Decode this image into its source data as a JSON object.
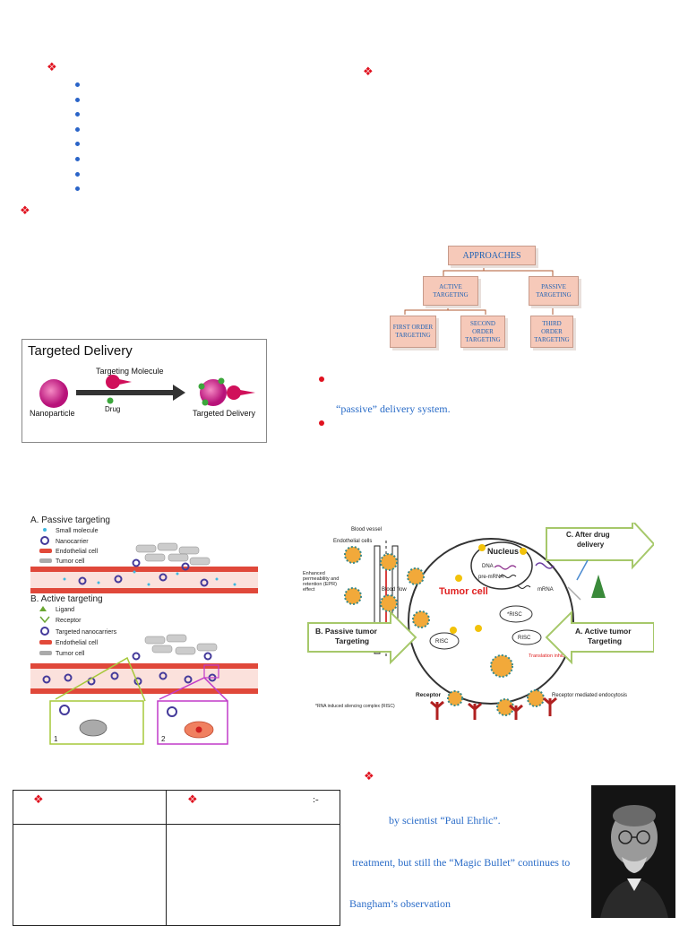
{
  "bullets": {
    "diamond": "❖",
    "dot": "•"
  },
  "targeted_delivery": {
    "title": "Targeted Delivery",
    "targeting_molecule": "Targeting Molecule",
    "nanoparticle": "Nanoparticle",
    "drug": "Drug",
    "targeted_delivery_label": "Targeted Delivery"
  },
  "approaches": {
    "root": "APPROACHES",
    "active": "ACTIVE TARGETING",
    "passive": "PASSIVE TARGETING",
    "first": "FIRST ORDER TARGETING",
    "second": "SECOND ORDER TARGETING",
    "third": "THIRD ORDER TARGETING"
  },
  "right_text": {
    "passive_line": "“passive” delivery system."
  },
  "passive_active": {
    "a_title": "A. Passive targeting",
    "small_molecule": "Small molecule",
    "nanocarrier": "Nanocarrier",
    "endothelial": "Endothelial cell",
    "tumor": "Tumor cell",
    "b_title": "B. Active targeting",
    "ligand": "Ligand",
    "receptor": "Receptor",
    "targeted_nano": "Targeted nanocarriers",
    "endothelial2": "Endothelial cell",
    "tumor2": "Tumor cell",
    "inset1": "1",
    "inset2": "2"
  },
  "tumor_diagram": {
    "blood_vessel": "Blood vessel",
    "endothelial_cells": "Endothelial cells",
    "epr": "Enhanced permeability and retention (EPR) effect",
    "blood_flow": "Blood flow",
    "nucleus": "Nucleus",
    "dna": "DNA",
    "pre_mrna": "pre-mRNA",
    "tumor_cell": "Tumor cell",
    "mrna": "mRNA",
    "risc_star": "*RISC",
    "risc": "RISC",
    "risc2": "RISC",
    "translation": "Translation inhibits",
    "after": "C. After drug delivery",
    "passive": "B. Passive tumor Targeting",
    "active": "A. Active tumor Targeting",
    "receptor": "Receptor",
    "rme": "Receptor mediated endocytosis",
    "footnote": "*RNA induced silencing complex (RISC)"
  },
  "table": {
    "sep": ":-"
  },
  "history": {
    "line1": "by scientist “Paul Ehrlic”.",
    "line2": "treatment, but still the “Magic Bullet” continues to",
    "line3": "Bangham’s observation"
  }
}
